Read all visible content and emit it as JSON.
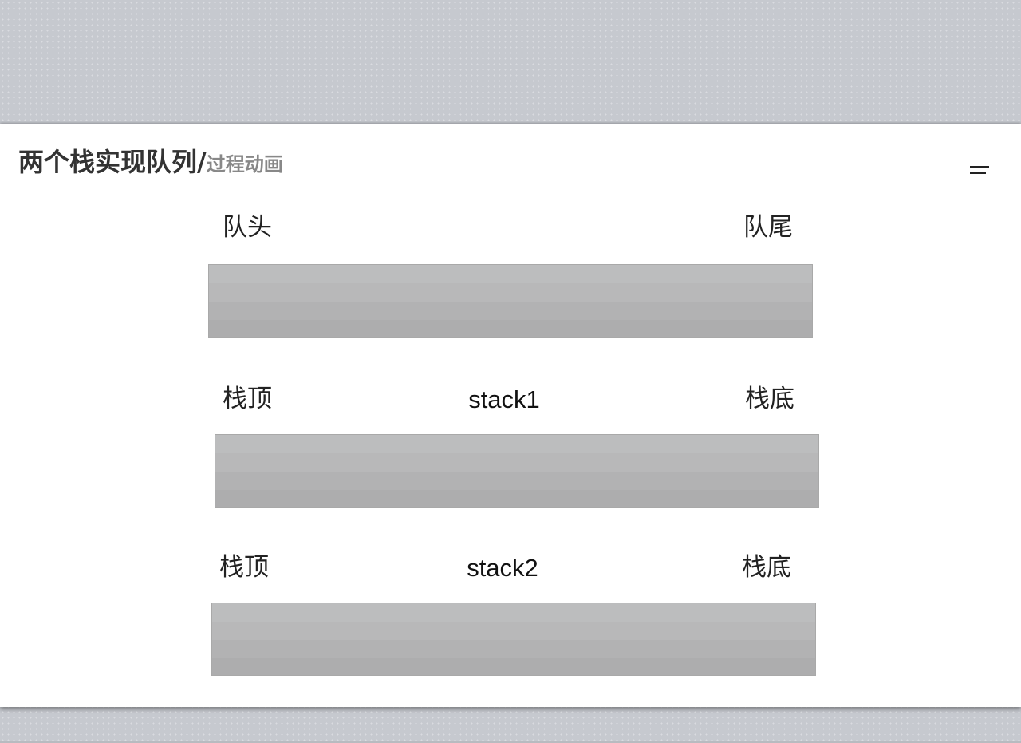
{
  "title": {
    "main": "两个栈实现队列/",
    "sub": "过程动画"
  },
  "menu_icon": "menu-icon",
  "queue": {
    "head_label": "队头",
    "tail_label": "队尾"
  },
  "stack1": {
    "name": "stack1",
    "top_label": "栈顶",
    "bottom_label": "栈底"
  },
  "stack2": {
    "name": "stack2",
    "top_label": "栈顶",
    "bottom_label": "栈底"
  }
}
